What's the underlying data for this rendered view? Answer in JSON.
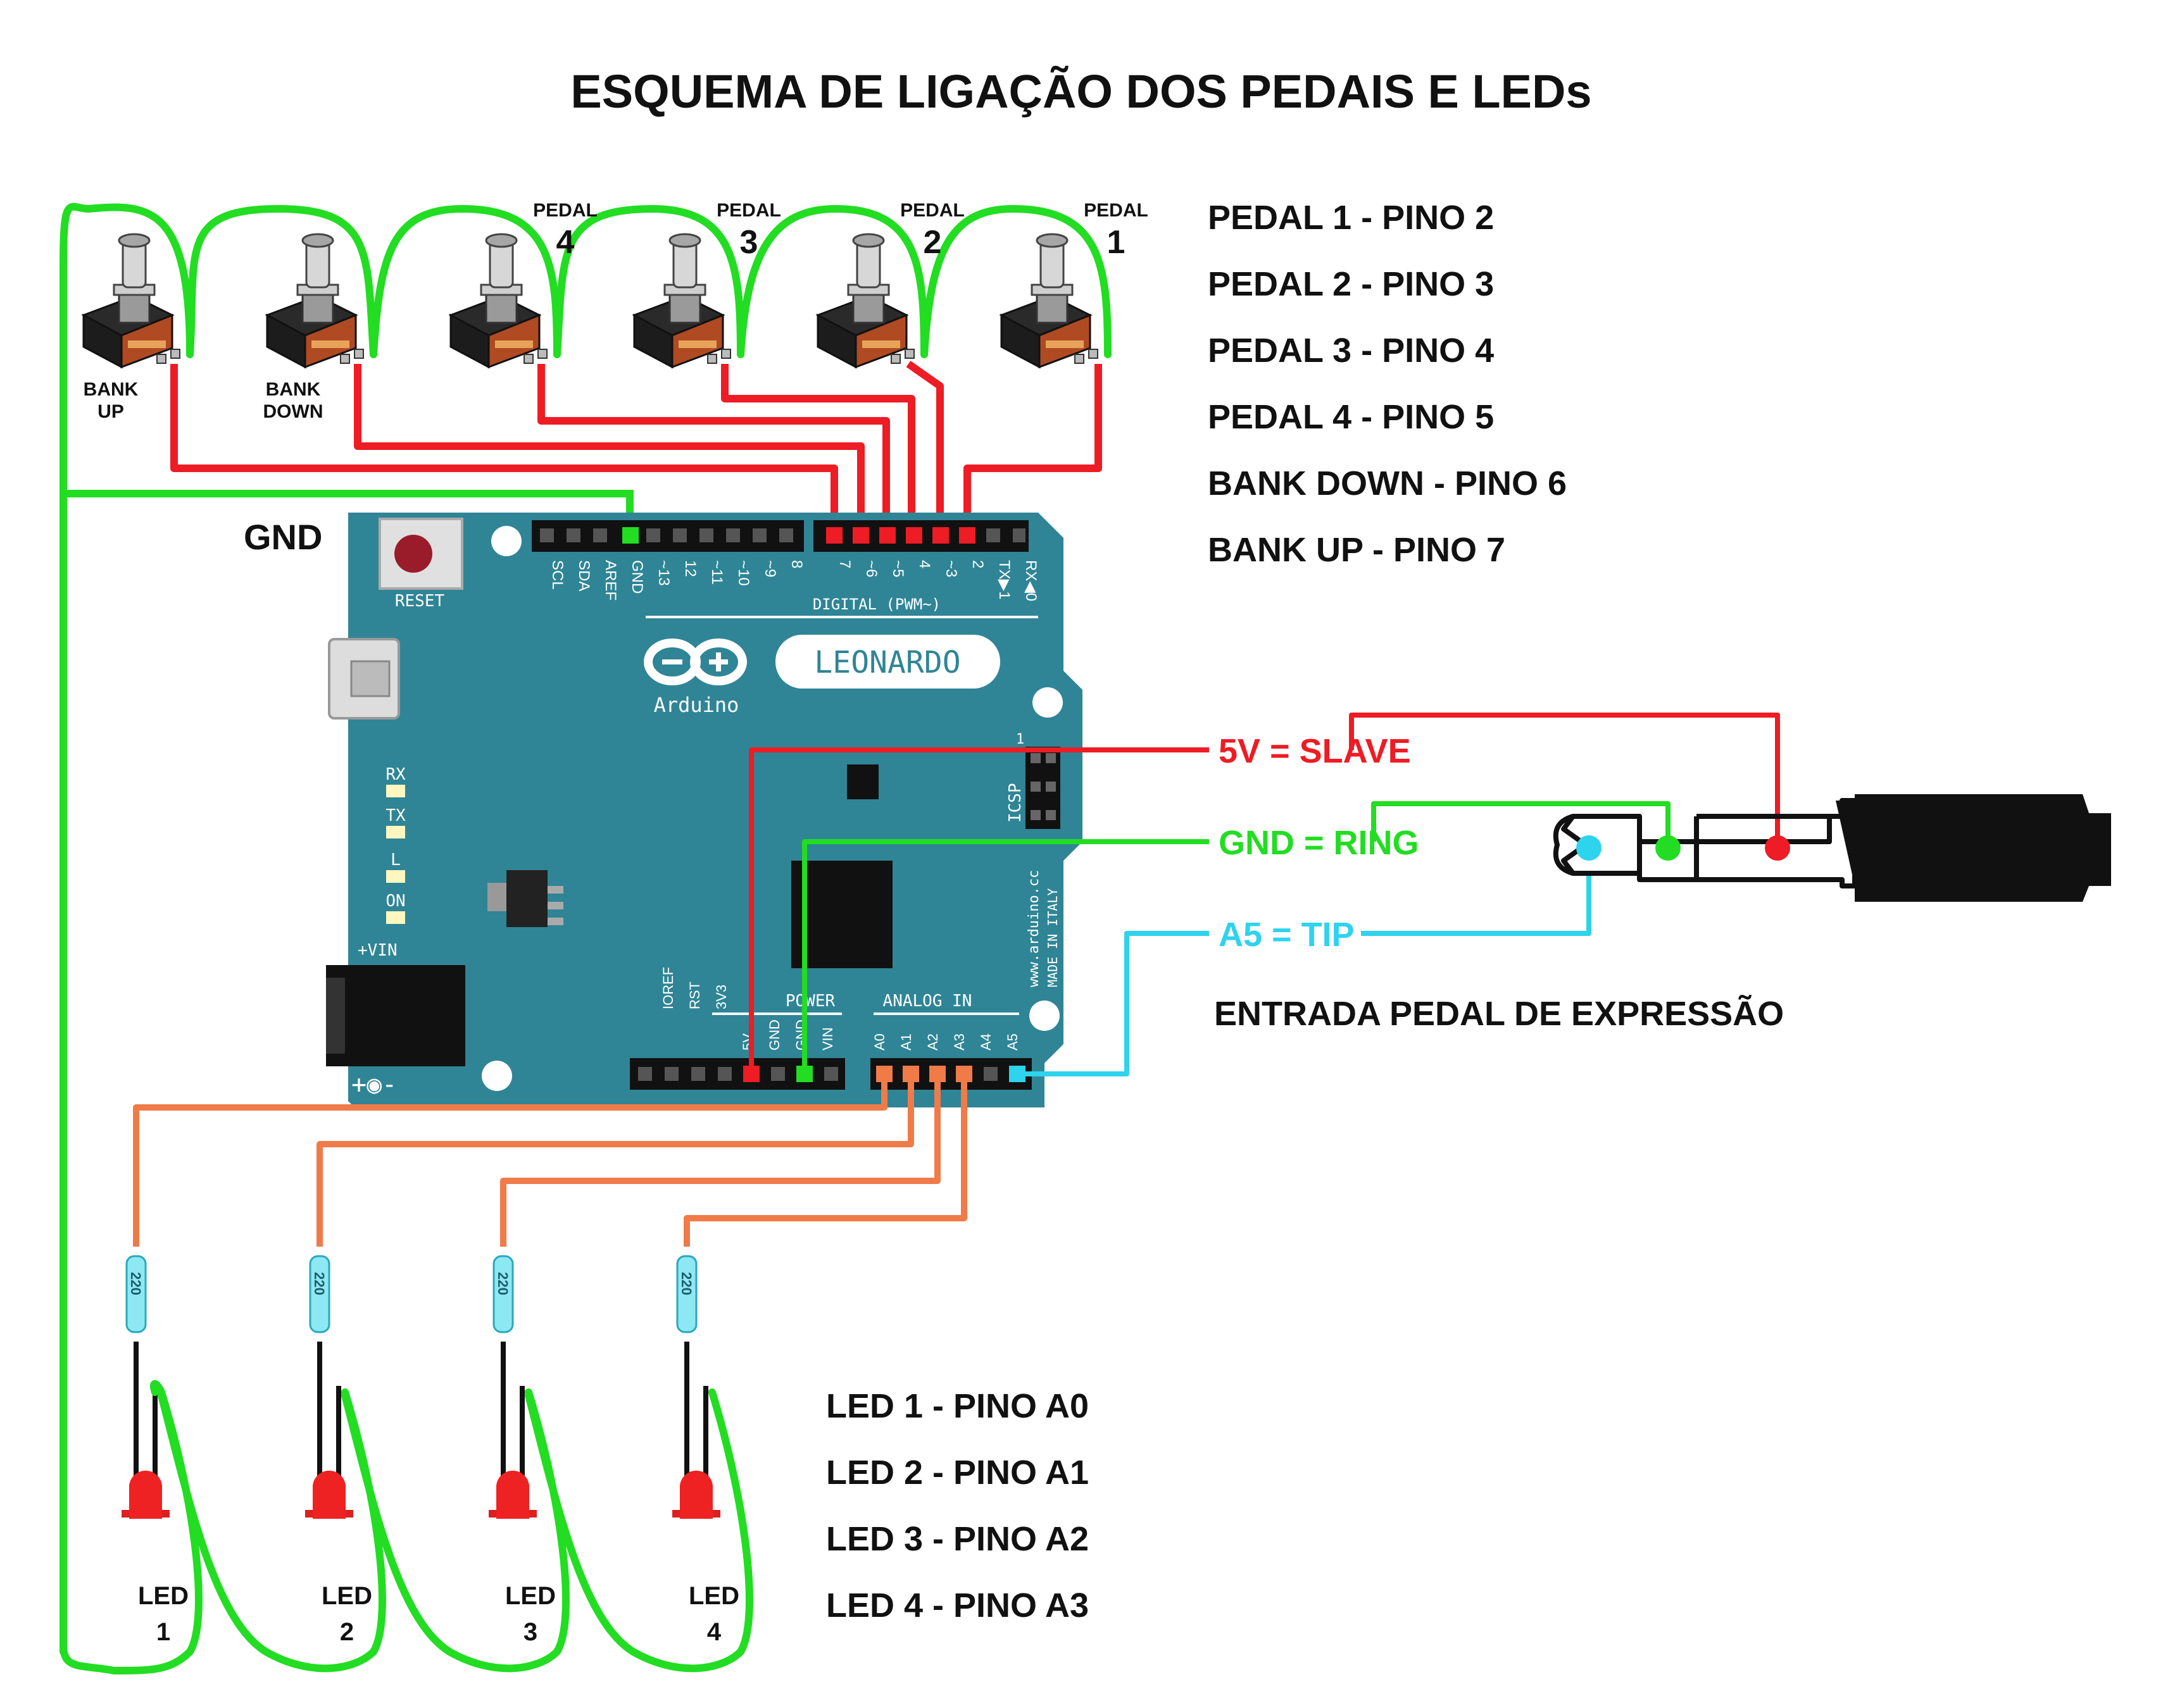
{
  "title": "ESQUEMA DE LIGAÇÃO DOS PEDAIS E LEDs",
  "board": {
    "name": "LEONARDO",
    "brand": "Arduino",
    "reset_label": "RESET",
    "power_label": "POWER",
    "analog_label": "ANALOG IN",
    "digital_label": "DIGITAL (PWM~)",
    "icsp_label": "ICSP",
    "icsp_pin1": "1",
    "vin_label": "+VIN",
    "url_label": "www.arduino.cc",
    "made_label": "MADE IN ITALY",
    "leds": [
      "RX",
      "TX",
      "L",
      "ON"
    ],
    "header_left": [
      "SCL",
      "SDA",
      "AREF",
      "GND",
      "~13",
      "12",
      "~11",
      "~10",
      "~9",
      "8"
    ],
    "header_right": [
      "7",
      "~6",
      "~5",
      "4",
      "~3",
      "2",
      "TX▶1",
      "RX◀0"
    ],
    "power_pins": [
      "IOREF",
      "RST",
      "3V3",
      "5V",
      "GND",
      "GND",
      "VIN"
    ],
    "analog_pins": [
      "A0",
      "A1",
      "A2",
      "A3",
      "A4",
      "A5"
    ]
  },
  "gnd_label": "GND",
  "pedals": [
    {
      "id": "bank-up",
      "label_line1": "BANK",
      "label_line2": "UP"
    },
    {
      "id": "bank-down",
      "label_line1": "BANK",
      "label_line2": "DOWN"
    },
    {
      "id": "pedal-4",
      "label_line1": "PEDAL",
      "label_line2": "4"
    },
    {
      "id": "pedal-3",
      "label_line1": "PEDAL",
      "label_line2": "3"
    },
    {
      "id": "pedal-2",
      "label_line1": "PEDAL",
      "label_line2": "2"
    },
    {
      "id": "pedal-1",
      "label_line1": "PEDAL",
      "label_line2": "1"
    }
  ],
  "pedal_pin_list": [
    "PEDAL 1 - PINO 2",
    "PEDAL 2 - PINO 3",
    "PEDAL 3 - PINO 4",
    "PEDAL 4  - PINO 5",
    "BANK DOWN - PINO 6",
    "BANK UP - PINO 7"
  ],
  "jack": {
    "slave_label": "5V = SLAVE",
    "ring_label": "GND = RING",
    "tip_label": "A5 = TIP",
    "caption": "ENTRADA PEDAL DE EXPRESSÃO"
  },
  "resistor_value": "220",
  "leds": [
    {
      "label": "LED",
      "num": "1"
    },
    {
      "label": "LED",
      "num": "2"
    },
    {
      "label": "LED",
      "num": "3"
    },
    {
      "label": "LED",
      "num": "4"
    }
  ],
  "led_pin_list": [
    "LED 1 - PINO A0",
    "LED 2 - PINO A1",
    "LED 3 - PINO A2",
    "LED 4 - PINO A3"
  ],
  "colors": {
    "board": "#2f8596",
    "red_wire": "#ee1c24",
    "green_wire": "#22dd22",
    "cyan_wire": "#2ed3ee",
    "orange_wire": "#f07b48",
    "led_red": "#ee2222"
  }
}
